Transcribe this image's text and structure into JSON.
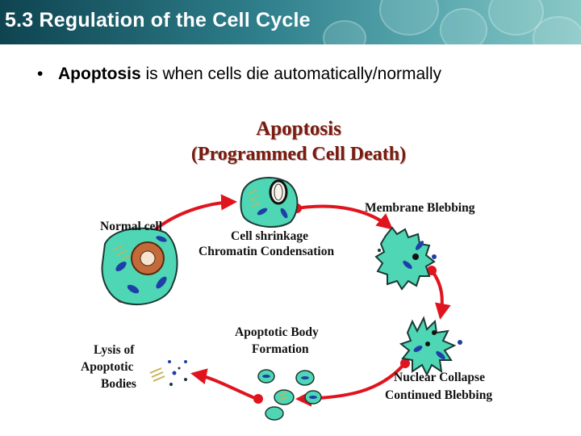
{
  "header": {
    "title": "5.3 Regulation of the Cell Cycle"
  },
  "bullet": {
    "marker": "•",
    "term": "Apoptosis",
    "text": " is when cells die automatically/normally"
  },
  "diagram": {
    "title_line1": "Apoptosis",
    "title_line2": "(Programmed Cell Death)",
    "stages": {
      "normal": "Normal cell",
      "shrink_1": "Cell shrinkage",
      "shrink_2": "Chromatin Condensation",
      "blebbing": "Membrane Blebbing",
      "collapse_1": "Nuclear Collapse",
      "collapse_2": "Continued Blebbing",
      "body_1": "Apoptotic Body",
      "body_2": "Formation",
      "lysis_1": "Lysis of",
      "lysis_2": "Apoptotic",
      "lysis_3": "Bodies"
    },
    "colors": {
      "arrow": "#e0141e",
      "cell": "#4fd6b4",
      "cell_outline": "#1a3a35",
      "title": "#7a1a10"
    }
  }
}
